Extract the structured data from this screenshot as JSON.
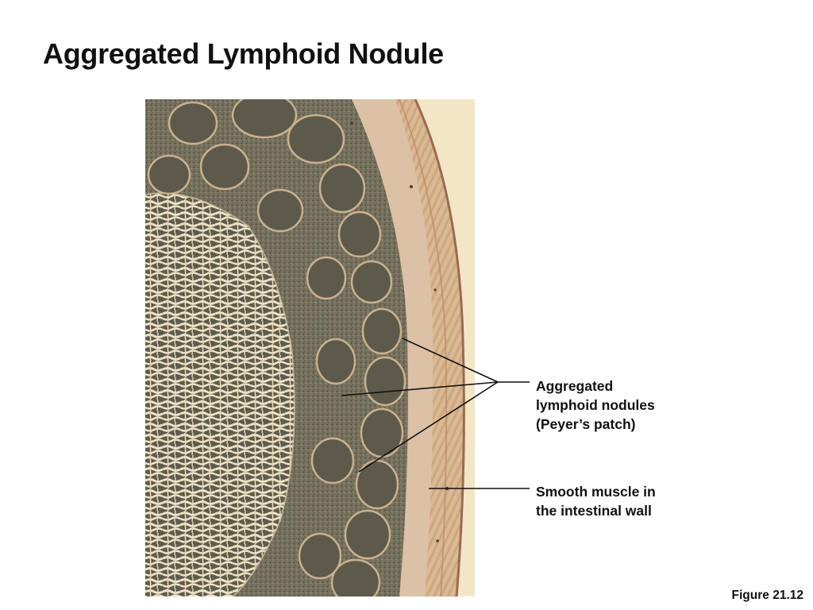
{
  "slide": {
    "title": "Aggregated Lymphoid Nodule",
    "figure_number": "Figure 21.12"
  },
  "labels": {
    "peyers_patch": [
      "Aggregated",
      "lymphoid nodules",
      "(Peyer’s patch)"
    ],
    "smooth_muscle": [
      "Smooth muscle in",
      "the intestinal wall"
    ]
  },
  "colors": {
    "background_cream": "#f3e6c6",
    "wall_tan": "#d6b48f",
    "nodule_gray": "#6e6b5a",
    "villi_pale": "#efe3c8",
    "text": "#111111"
  }
}
